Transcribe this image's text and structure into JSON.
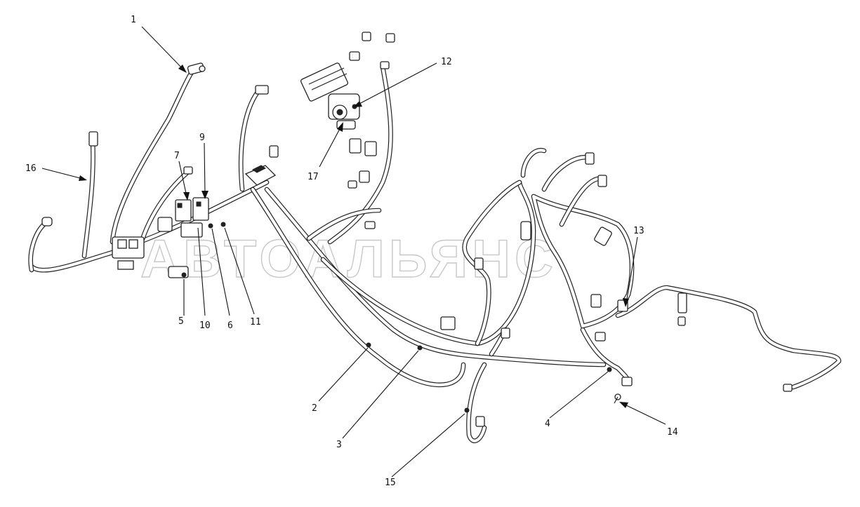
{
  "watermark": "АВТОАЛЬЯНС",
  "callouts": [
    {
      "id": "c1",
      "label": "1"
    },
    {
      "id": "c2",
      "label": "2"
    },
    {
      "id": "c3",
      "label": "3"
    },
    {
      "id": "c4",
      "label": "4"
    },
    {
      "id": "c5",
      "label": "5"
    },
    {
      "id": "c6",
      "label": "6"
    },
    {
      "id": "c7",
      "label": "7"
    },
    {
      "id": "c9",
      "label": "9"
    },
    {
      "id": "c10",
      "label": "10"
    },
    {
      "id": "c11",
      "label": "11"
    },
    {
      "id": "c12",
      "label": "12"
    },
    {
      "id": "c13",
      "label": "13"
    },
    {
      "id": "c14",
      "label": "14"
    },
    {
      "id": "c15",
      "label": "15"
    },
    {
      "id": "c16",
      "label": "16"
    },
    {
      "id": "c17",
      "label": "17"
    }
  ],
  "colors": {
    "line": "#222222",
    "watermark": "#c8c8c8",
    "background": "#ffffff"
  }
}
